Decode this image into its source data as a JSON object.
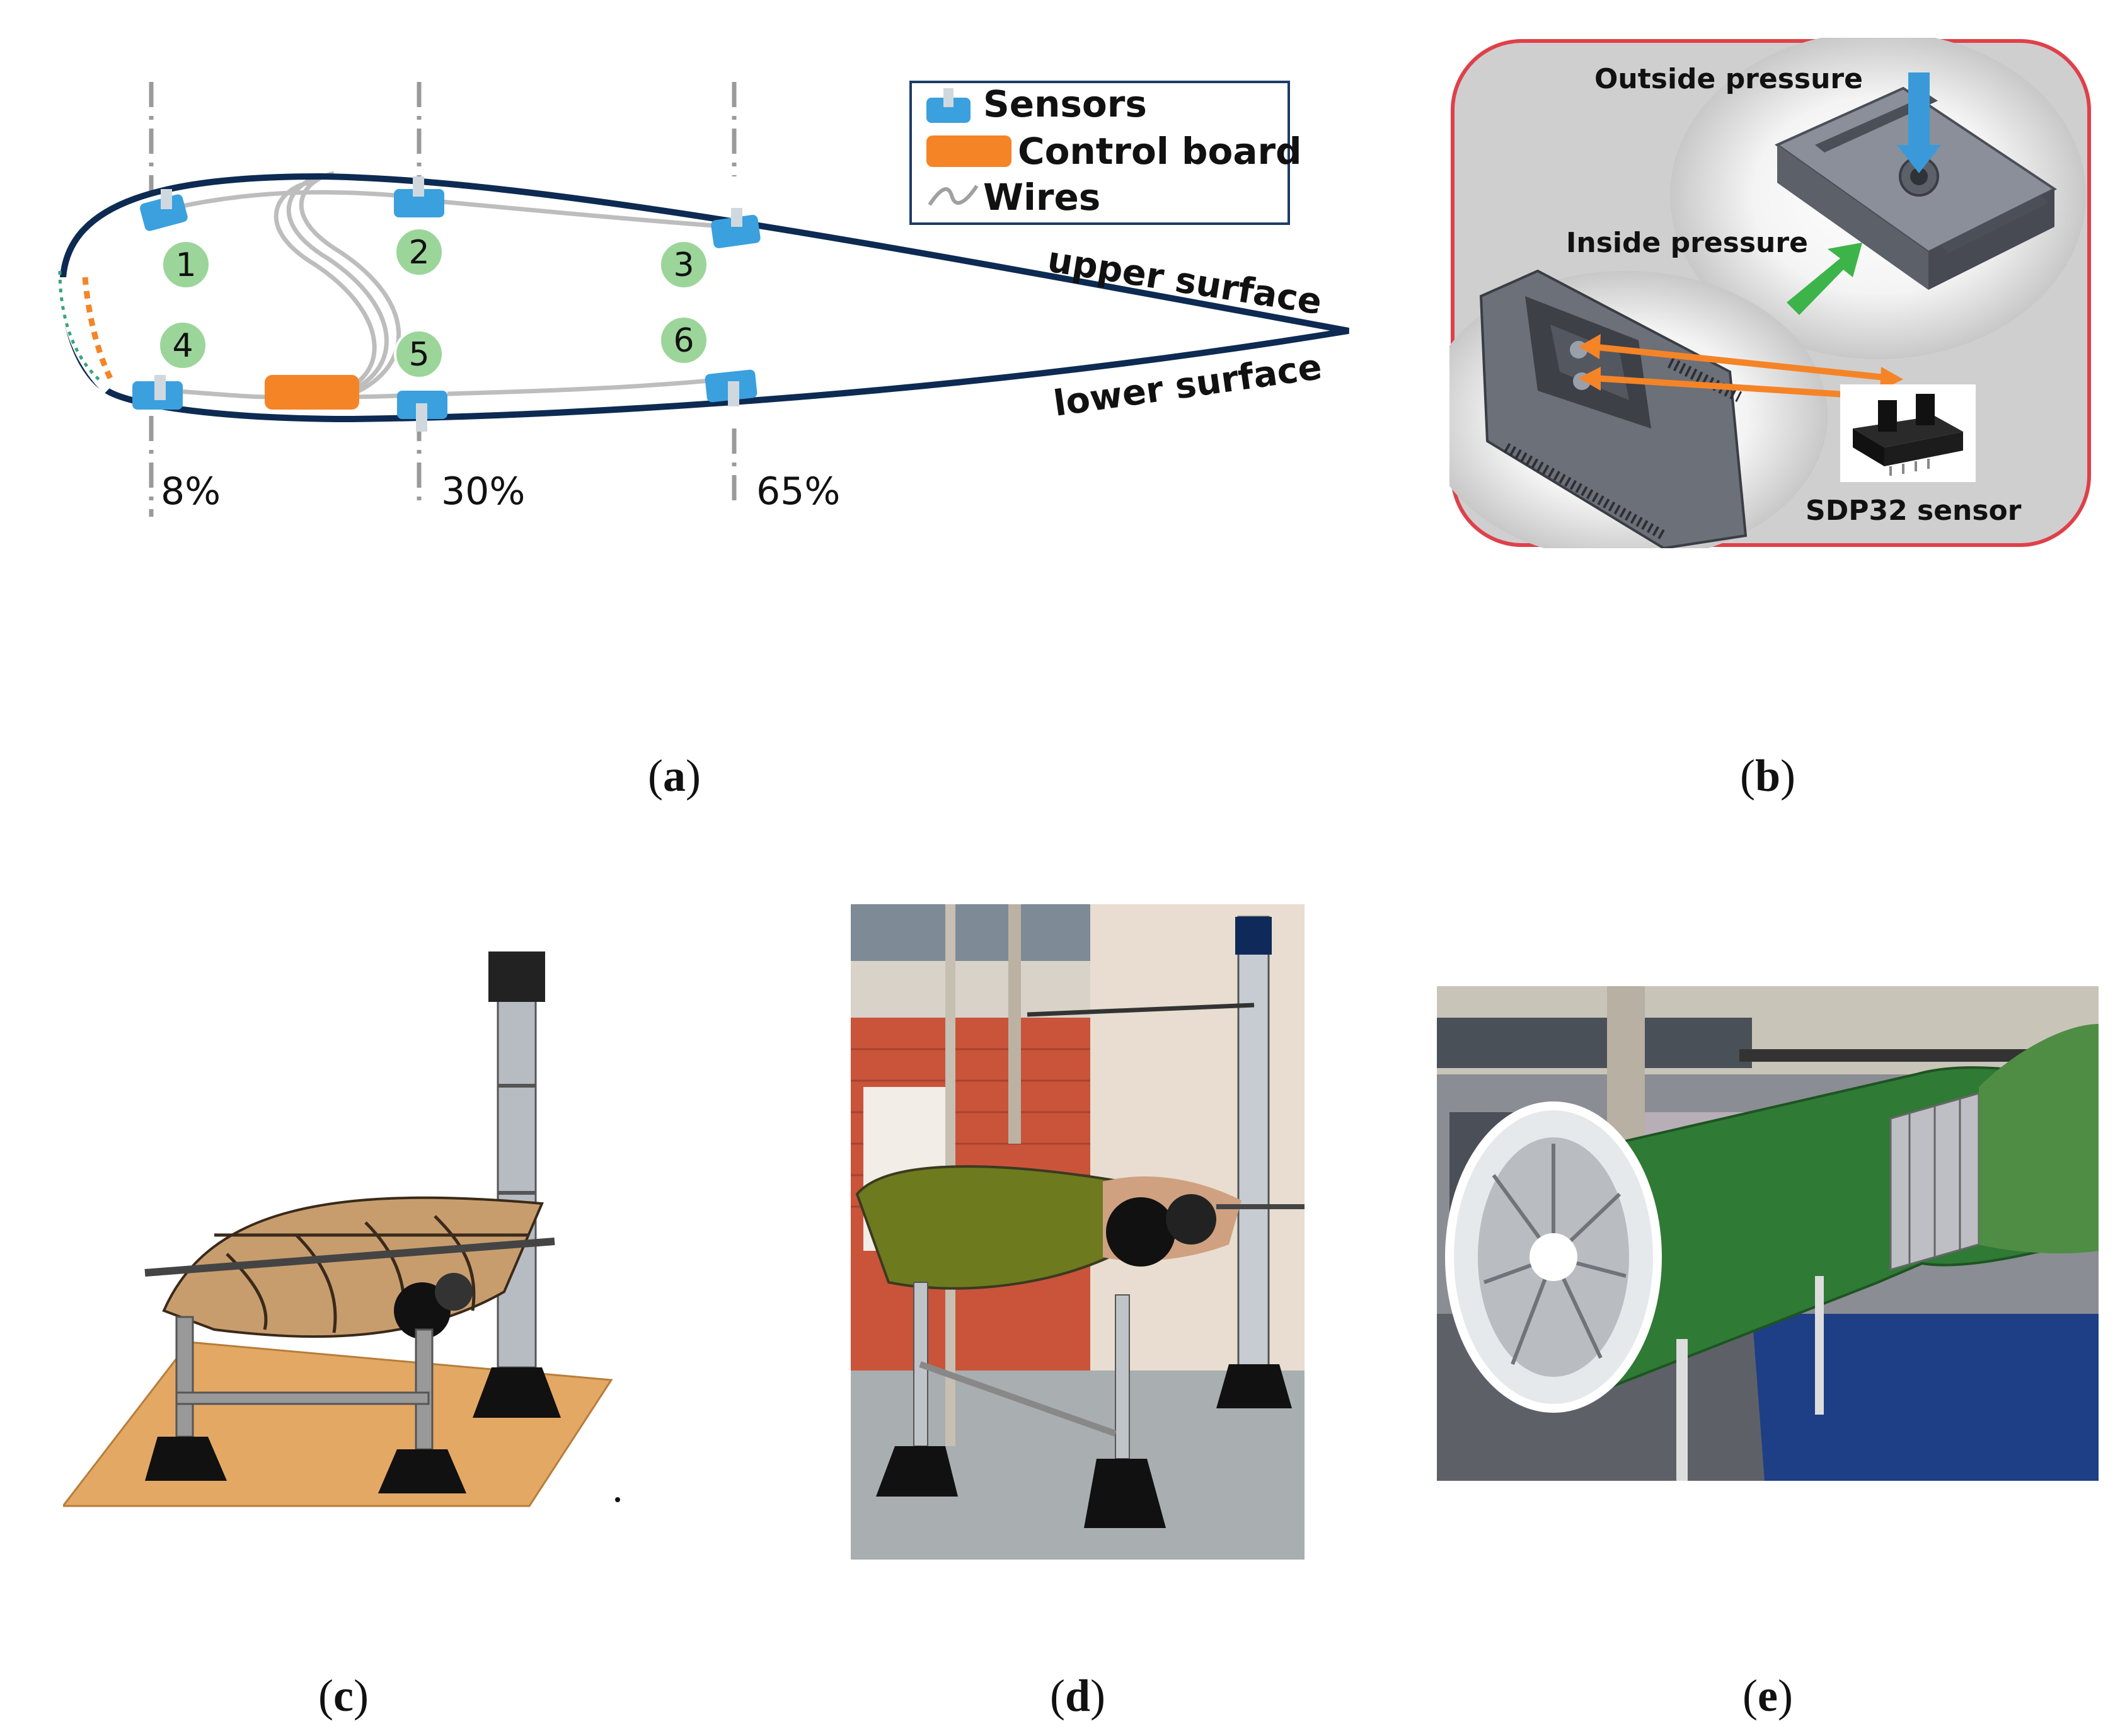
{
  "panel_a": {
    "caption": "a",
    "legend": {
      "sensors": "Sensors",
      "control_board": "Control board",
      "wires": "Wires"
    },
    "upper_surface": "upper surface",
    "lower_surface": "lower surface",
    "chord_stations": [
      "8%",
      "30%",
      "65%"
    ],
    "sensor_numbers": [
      "1",
      "2",
      "3",
      "4",
      "5",
      "6"
    ],
    "colors": {
      "airfoil": "#0d2a52",
      "sensor": "#3aa0de",
      "board": "#f58426",
      "badge": "#9cd59a",
      "wire": "#b8b8b8"
    }
  },
  "panel_b": {
    "caption": "b",
    "outside_pressure": "Outside pressure",
    "inside_pressure": "Inside pressure",
    "sensor_label": "SDP32 sensor",
    "colors": {
      "frame": "#e0404a",
      "arrow_blue": "#3a9ad9",
      "arrow_green": "#3cb44a",
      "arrow_orange": "#f58426"
    }
  },
  "panel_c": {
    "caption": "c"
  },
  "panel_d": {
    "caption": "d"
  },
  "panel_e": {
    "caption": "e"
  }
}
